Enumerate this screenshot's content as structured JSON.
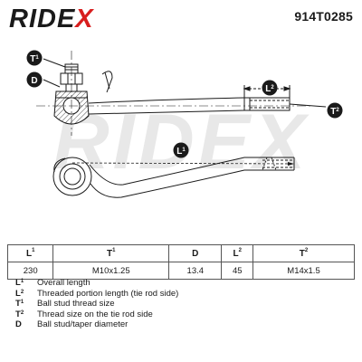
{
  "header": {
    "brand_main": "RIDE",
    "brand_x": "X",
    "part_number": "914T0285"
  },
  "watermark": "RIDEX",
  "drawing": {
    "labels": [
      {
        "key": "T1",
        "base": "T",
        "sup": "1"
      },
      {
        "key": "D",
        "base": "D",
        "sup": ""
      },
      {
        "key": "L2",
        "base": "L",
        "sup": "2"
      },
      {
        "key": "T2",
        "base": "T",
        "sup": "2"
      },
      {
        "key": "L1",
        "base": "L",
        "sup": "1"
      }
    ]
  },
  "table": {
    "headers": [
      {
        "base": "L",
        "sup": "1"
      },
      {
        "base": "T",
        "sup": "1"
      },
      {
        "base": "D",
        "sup": ""
      },
      {
        "base": "L",
        "sup": "2"
      },
      {
        "base": "T",
        "sup": "2"
      }
    ],
    "values": [
      "230",
      "M10x1.25",
      "13.4",
      "45",
      "M14x1.5"
    ]
  },
  "legend": [
    {
      "base": "L",
      "sup": "1",
      "text": "Overall length"
    },
    {
      "base": "L",
      "sup": "2",
      "text": "Threaded portion length (tie rod side)"
    },
    {
      "base": "T",
      "sup": "1",
      "text": "Ball stud thread size"
    },
    {
      "base": "T",
      "sup": "2",
      "text": "Thread size on the tie rod side"
    },
    {
      "base": "D",
      "sup": "",
      "text": "Ball stud/taper diameter"
    }
  ],
  "colors": {
    "brand_accent": "#d81e1e",
    "badge_fill": "#1a1a1a",
    "line": "#1a1a1a",
    "watermark": "#e6e6e6"
  }
}
